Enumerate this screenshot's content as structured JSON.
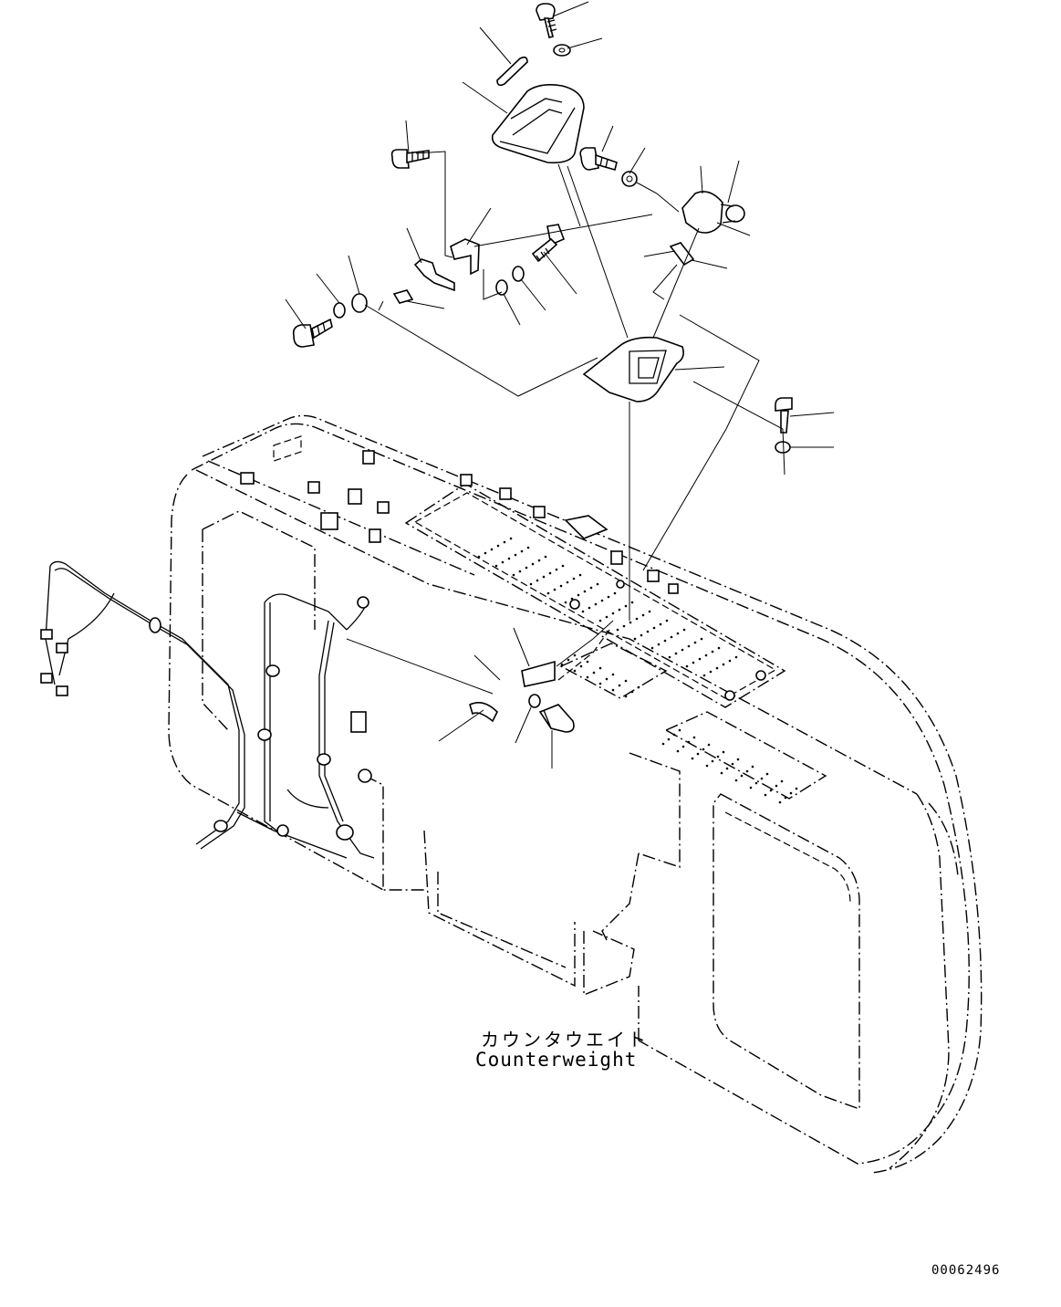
{
  "labels": {
    "counterweight_jp": "カウンタウエイト",
    "counterweight_en": "Counterweight",
    "drawing_number": "00062496"
  },
  "parts": [
    "bolt-top",
    "washer-top",
    "lens",
    "lamp-cover",
    "bolt-left-upper",
    "bracket-small",
    "bolt-middle",
    "washer-middle",
    "socket",
    "bulb",
    "clamp",
    "bolt-left",
    "washer-left",
    "grommet",
    "pad",
    "washer-a",
    "washer-b",
    "bolt-center",
    "lamp-base",
    "bolt-right",
    "washer-right",
    "harness",
    "clip",
    "washer-lower",
    "bolt-lower"
  ]
}
